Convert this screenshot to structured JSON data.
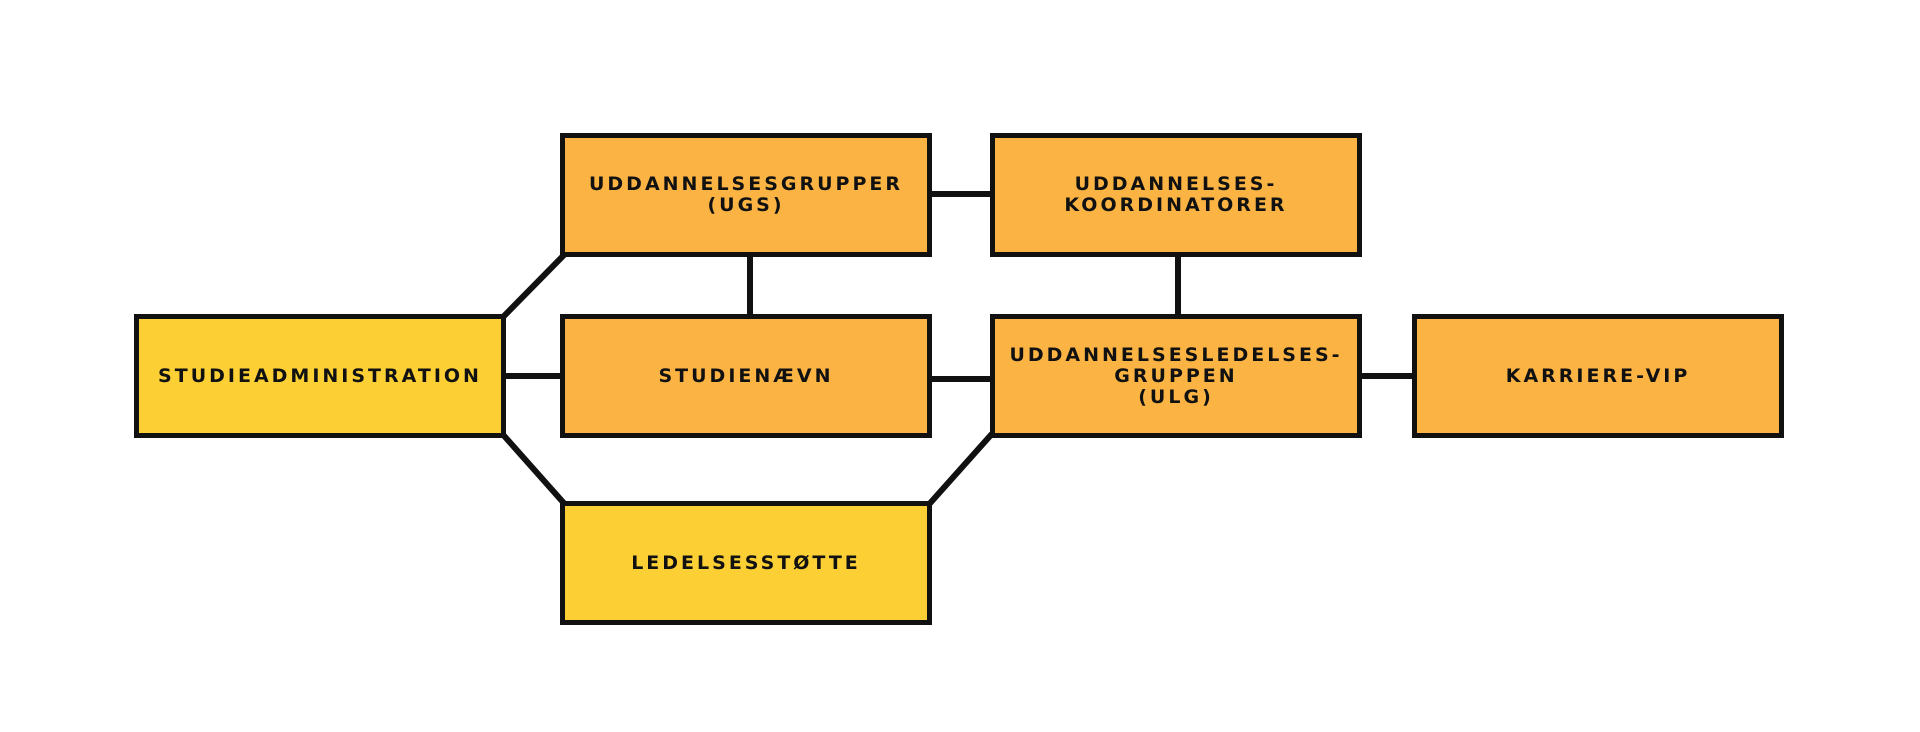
{
  "colors": {
    "primary_box": "#FCD034",
    "secondary_box": "#FBB443",
    "border": "#111111",
    "line": "#111111",
    "background": "#FFFFFF"
  },
  "nodes": {
    "studieadministration": {
      "label": "STUDIEADMINISTRATION",
      "fill": "#FCD034"
    },
    "uddannelsesgrupper": {
      "label": "UDDANNELSESGRUPPER\n(UGS)",
      "fill": "#FBB443"
    },
    "uddannelseskoordinatorer": {
      "label": "UDDANNELSES-\nKOORDINATORER",
      "fill": "#FBB443"
    },
    "studienaevn": {
      "label": "STUDIENÆVN",
      "fill": "#FBB443"
    },
    "uddannelsesledelsesgruppen": {
      "label": "UDDANNELSESLEDELSES-\nGRUPPEN\n(ULG)",
      "fill": "#FBB443"
    },
    "karriere_vip": {
      "label": "KARRIERE-VIP",
      "fill": "#FBB443"
    },
    "ledelsesstotte": {
      "label": "LEDELSESSTØTTE",
      "fill": "#FCD034"
    }
  },
  "edges": [
    {
      "from": "studieadministration",
      "to": "uddannelsesgrupper"
    },
    {
      "from": "studieadministration",
      "to": "studienaevn"
    },
    {
      "from": "studieadministration",
      "to": "ledelsesstotte"
    },
    {
      "from": "uddannelsesgrupper",
      "to": "uddannelseskoordinatorer"
    },
    {
      "from": "uddannelsesgrupper",
      "to": "studienaevn"
    },
    {
      "from": "uddannelseskoordinatorer",
      "to": "uddannelsesledelsesgruppen"
    },
    {
      "from": "studienaevn",
      "to": "uddannelsesledelsesgruppen"
    },
    {
      "from": "ledelsesstotte",
      "to": "uddannelsesledelsesgruppen"
    },
    {
      "from": "uddannelsesledelsesgruppen",
      "to": "karriere_vip"
    }
  ]
}
